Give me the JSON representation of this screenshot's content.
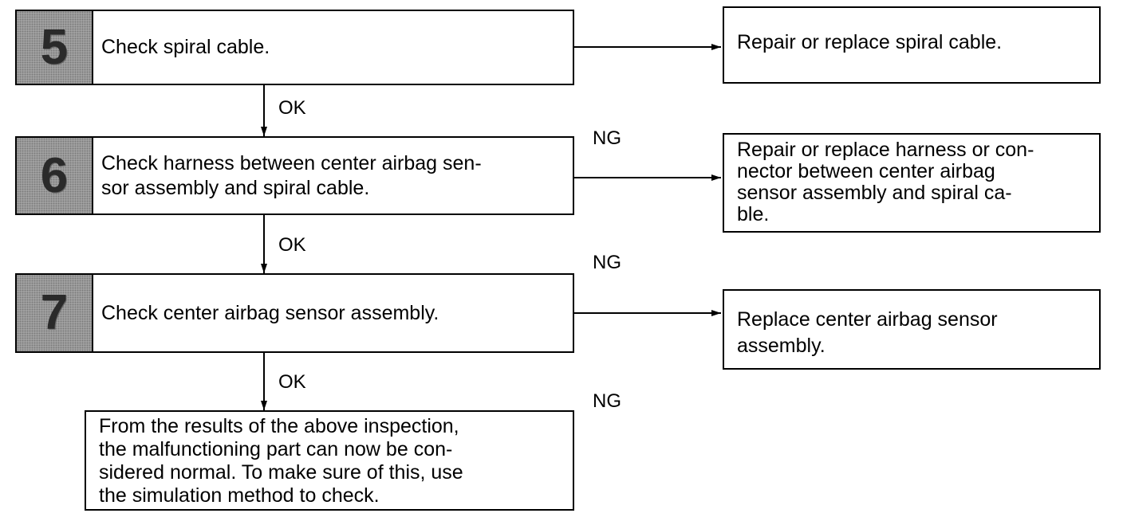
{
  "steps": [
    {
      "number": "5",
      "text": "Check spiral cable."
    },
    {
      "number": "6",
      "text": "Check harness between center airbag sen-\nsor assembly and spiral cable."
    },
    {
      "number": "7",
      "text": "Check center airbag sensor assembly."
    }
  ],
  "results": [
    {
      "text": "Repair or replace spiral cable."
    },
    {
      "text": "Repair or replace harness or con-\nnector between center airbag\nsensor assembly and spiral ca-\nble."
    },
    {
      "text": "Replace center airbag sensor\nassembly."
    }
  ],
  "final": {
    "text": "From the results of the above inspection,\nthe malfunctioning part can now be con-\nsidered normal. To make sure of this, use\nthe simulation method to check."
  },
  "labels": {
    "ok": [
      "OK",
      "OK",
      "OK"
    ],
    "ng": [
      "NG",
      "NG",
      "NG"
    ]
  },
  "colors": {
    "step_number_bg": "#a8a8a8",
    "line": "#000000"
  }
}
